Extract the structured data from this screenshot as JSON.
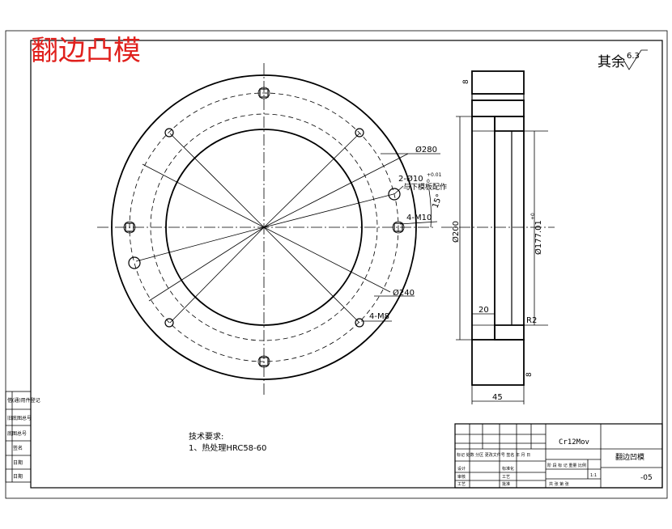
{
  "title": "翻边凸模",
  "roughness": {
    "label": "其余",
    "value": "6.3"
  },
  "front_view": {
    "dims": {
      "d280": "Ø280",
      "d240": "Ø240",
      "holes_top": "2-Ø10",
      "tol_top": "+0.01",
      "tol_bottom": "0",
      "fit_note": "与下模板配作",
      "m10": "4-M10",
      "angle": "15°",
      "m8": "4-M8"
    }
  },
  "section_view": {
    "dims": {
      "d200": "Ø200",
      "d177": "Ø177.01",
      "d177_tol": "+0",
      "d177_tol2": "-0.05",
      "w20": "20",
      "r2": "R2",
      "w45": "45",
      "top_mark": "8",
      "bottom_mark": "8"
    }
  },
  "notes": {
    "heading": "技术要求:",
    "item1": "1、热处理HRC58-60"
  },
  "left_stamps": [
    "借(通)用件登记",
    "旧底图总号",
    "底图总号",
    "签名",
    "日期",
    "日期"
  ],
  "title_block": {
    "material": "Cr12Mov",
    "part_name": "翻边凹模",
    "drawing_no": "-05",
    "row_headers": "标记 处数 分区 更改文件号 签名 年 月 日",
    "design": "设计",
    "standard": "标准化",
    "process": "工艺",
    "check": "审核",
    "approve": "批准",
    "craft": "工艺",
    "stage_headers": "阶 段 标 记  重量 比例",
    "scale": "1:1",
    "sheet": "共  张  第  张"
  }
}
